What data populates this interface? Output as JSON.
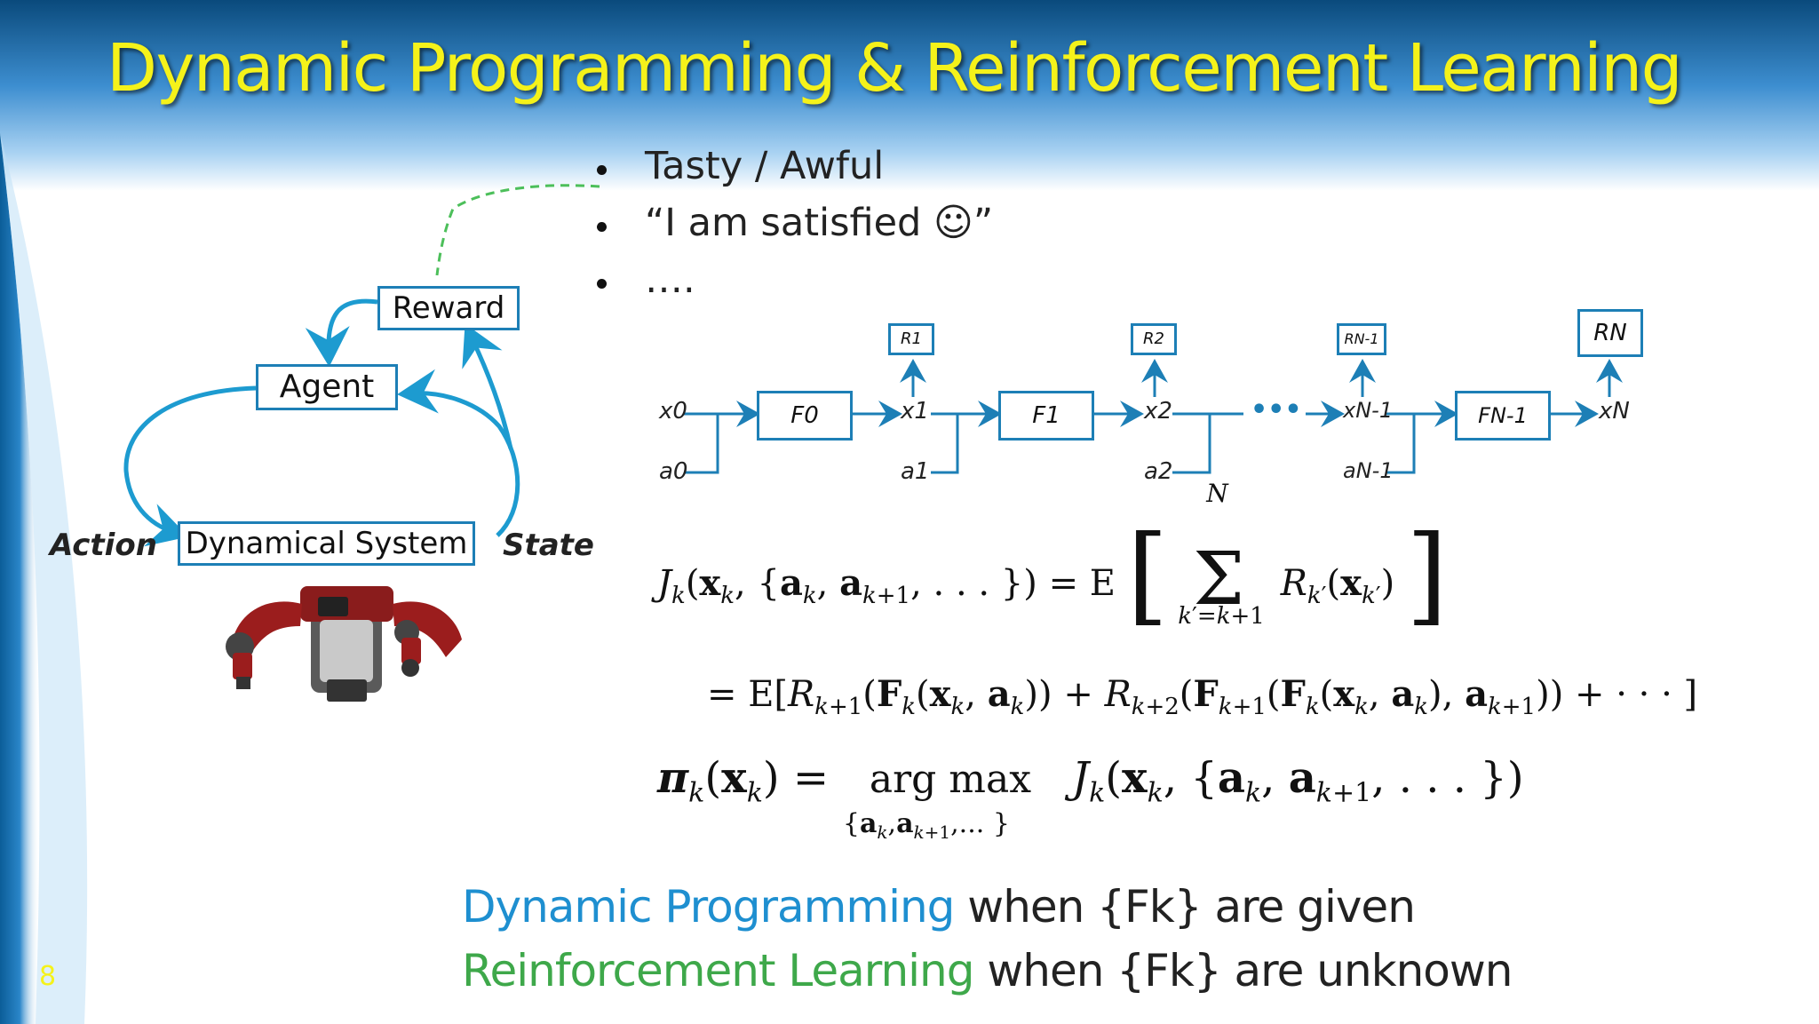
{
  "slide": {
    "title": "Dynamic Programming & Reinforcement Learning",
    "page_number": "8",
    "colors": {
      "title": "#f5f21a",
      "accent_blue": "#1d7fb6",
      "dp_blue": "#1e8fd0",
      "rl_green": "#3ea84a"
    }
  },
  "bullets": [
    {
      "text": "Tasty / Awful"
    },
    {
      "text": "“I am satisfied ☺”"
    },
    {
      "text": "…."
    }
  ],
  "loop_diagram": {
    "reward": "Reward",
    "agent": "Agent",
    "dynamical_system": "Dynamical System",
    "action": "Action",
    "state": "State",
    "robot_icon": "robot-icon"
  },
  "chain": {
    "states": [
      "x0",
      "x1",
      "x2",
      "xN-1",
      "xN"
    ],
    "actions": [
      "a0",
      "a1",
      "a2",
      "aN-1"
    ],
    "functions": [
      "F0",
      "F1",
      "FN-1"
    ],
    "rewards": [
      "R1",
      "R2",
      "RN-1",
      "RN"
    ],
    "ellipsis": "•••"
  },
  "equations": {
    "j_def": "J_k(x_k, {a_k, a_{k+1}, ...}) = E[ Σ_{k'=k+1}^{N} R_{k'}(x_{k'}) ]",
    "j_expand": "= E[R_{k+1}(F_k(x_k, a_k)) + R_{k+2}(F_{k+1}(F_k(x_k, a_k), a_{k+1})) + ···]",
    "policy": "π_k(x_k) = argmax_{a_k, a_{k+1}, ...} J_k(x_k, {a_k, a_{k+1}, ...})"
  },
  "footer": {
    "dp_label": "Dynamic Programming",
    "dp_rest": "when {Fk} are given",
    "rl_label": "Reinforcement Learning",
    "rl_rest": "when {Fk} are unknown"
  }
}
